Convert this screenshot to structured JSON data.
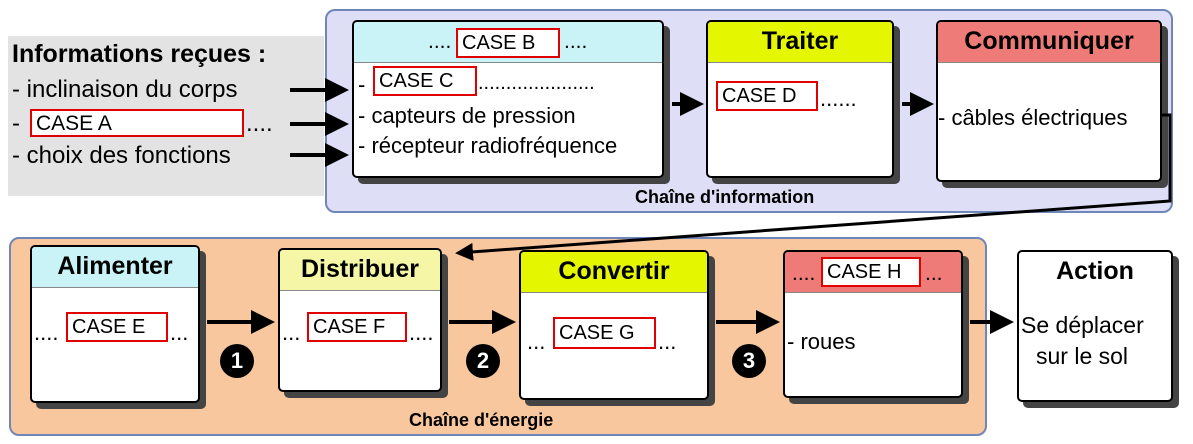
{
  "inputs": {
    "title": "Informations reçues :",
    "line1": "- inclinaison du corps",
    "line2_prefix": "-",
    "case_a": "CASE A",
    "line2_suffix": "....",
    "line3": "- choix des fonctions"
  },
  "info_chain": {
    "label": "Chaîne d'information",
    "acquerir": {
      "head_prefix": "....",
      "case_b": "CASE B",
      "head_suffix": "....",
      "line1_prefix": "-",
      "case_c": "CASE C",
      "line1_suffix": ".....................",
      "line2": "- capteurs de pression",
      "line3": "- récepteur radiofréquence"
    },
    "traiter": {
      "title": "Traiter",
      "case_d": "CASE D",
      "suffix": "......"
    },
    "communiquer": {
      "title": "Communiquer",
      "line1": "- câbles électriques"
    }
  },
  "energy_chain": {
    "label": "Chaîne d'énergie",
    "alimenter": {
      "title": "Alimenter",
      "prefix": "....",
      "case_e": "CASE E",
      "suffix": "..."
    },
    "distribuer": {
      "title": "Distribuer",
      "prefix": "...",
      "case_f": "CASE F",
      "suffix": "...."
    },
    "convertir": {
      "title": "Convertir",
      "prefix": "...",
      "case_g": "CASE G",
      "suffix": "..."
    },
    "transmettre": {
      "head_prefix": "....",
      "case_h": "CASE H",
      "head_suffix": "...",
      "line1": "- roues"
    },
    "markers": [
      "1",
      "2",
      "3"
    ]
  },
  "action": {
    "title": "Action",
    "line1": "Se déplacer",
    "line2": "sur le  sol"
  },
  "colors": {
    "acquerir_head": "#c9f3f6",
    "traiter_head": "#e5f700",
    "communiquer_head": "#ee7b77",
    "alimenter_head": "#c9f3f6",
    "distribuer_head": "#f6f7a6",
    "convertir_head": "#e5f700",
    "transmettre_head": "#ee7b77",
    "info_panel": "#dedff7",
    "energy_panel": "#f9c79e",
    "case_border": "#e00000"
  }
}
